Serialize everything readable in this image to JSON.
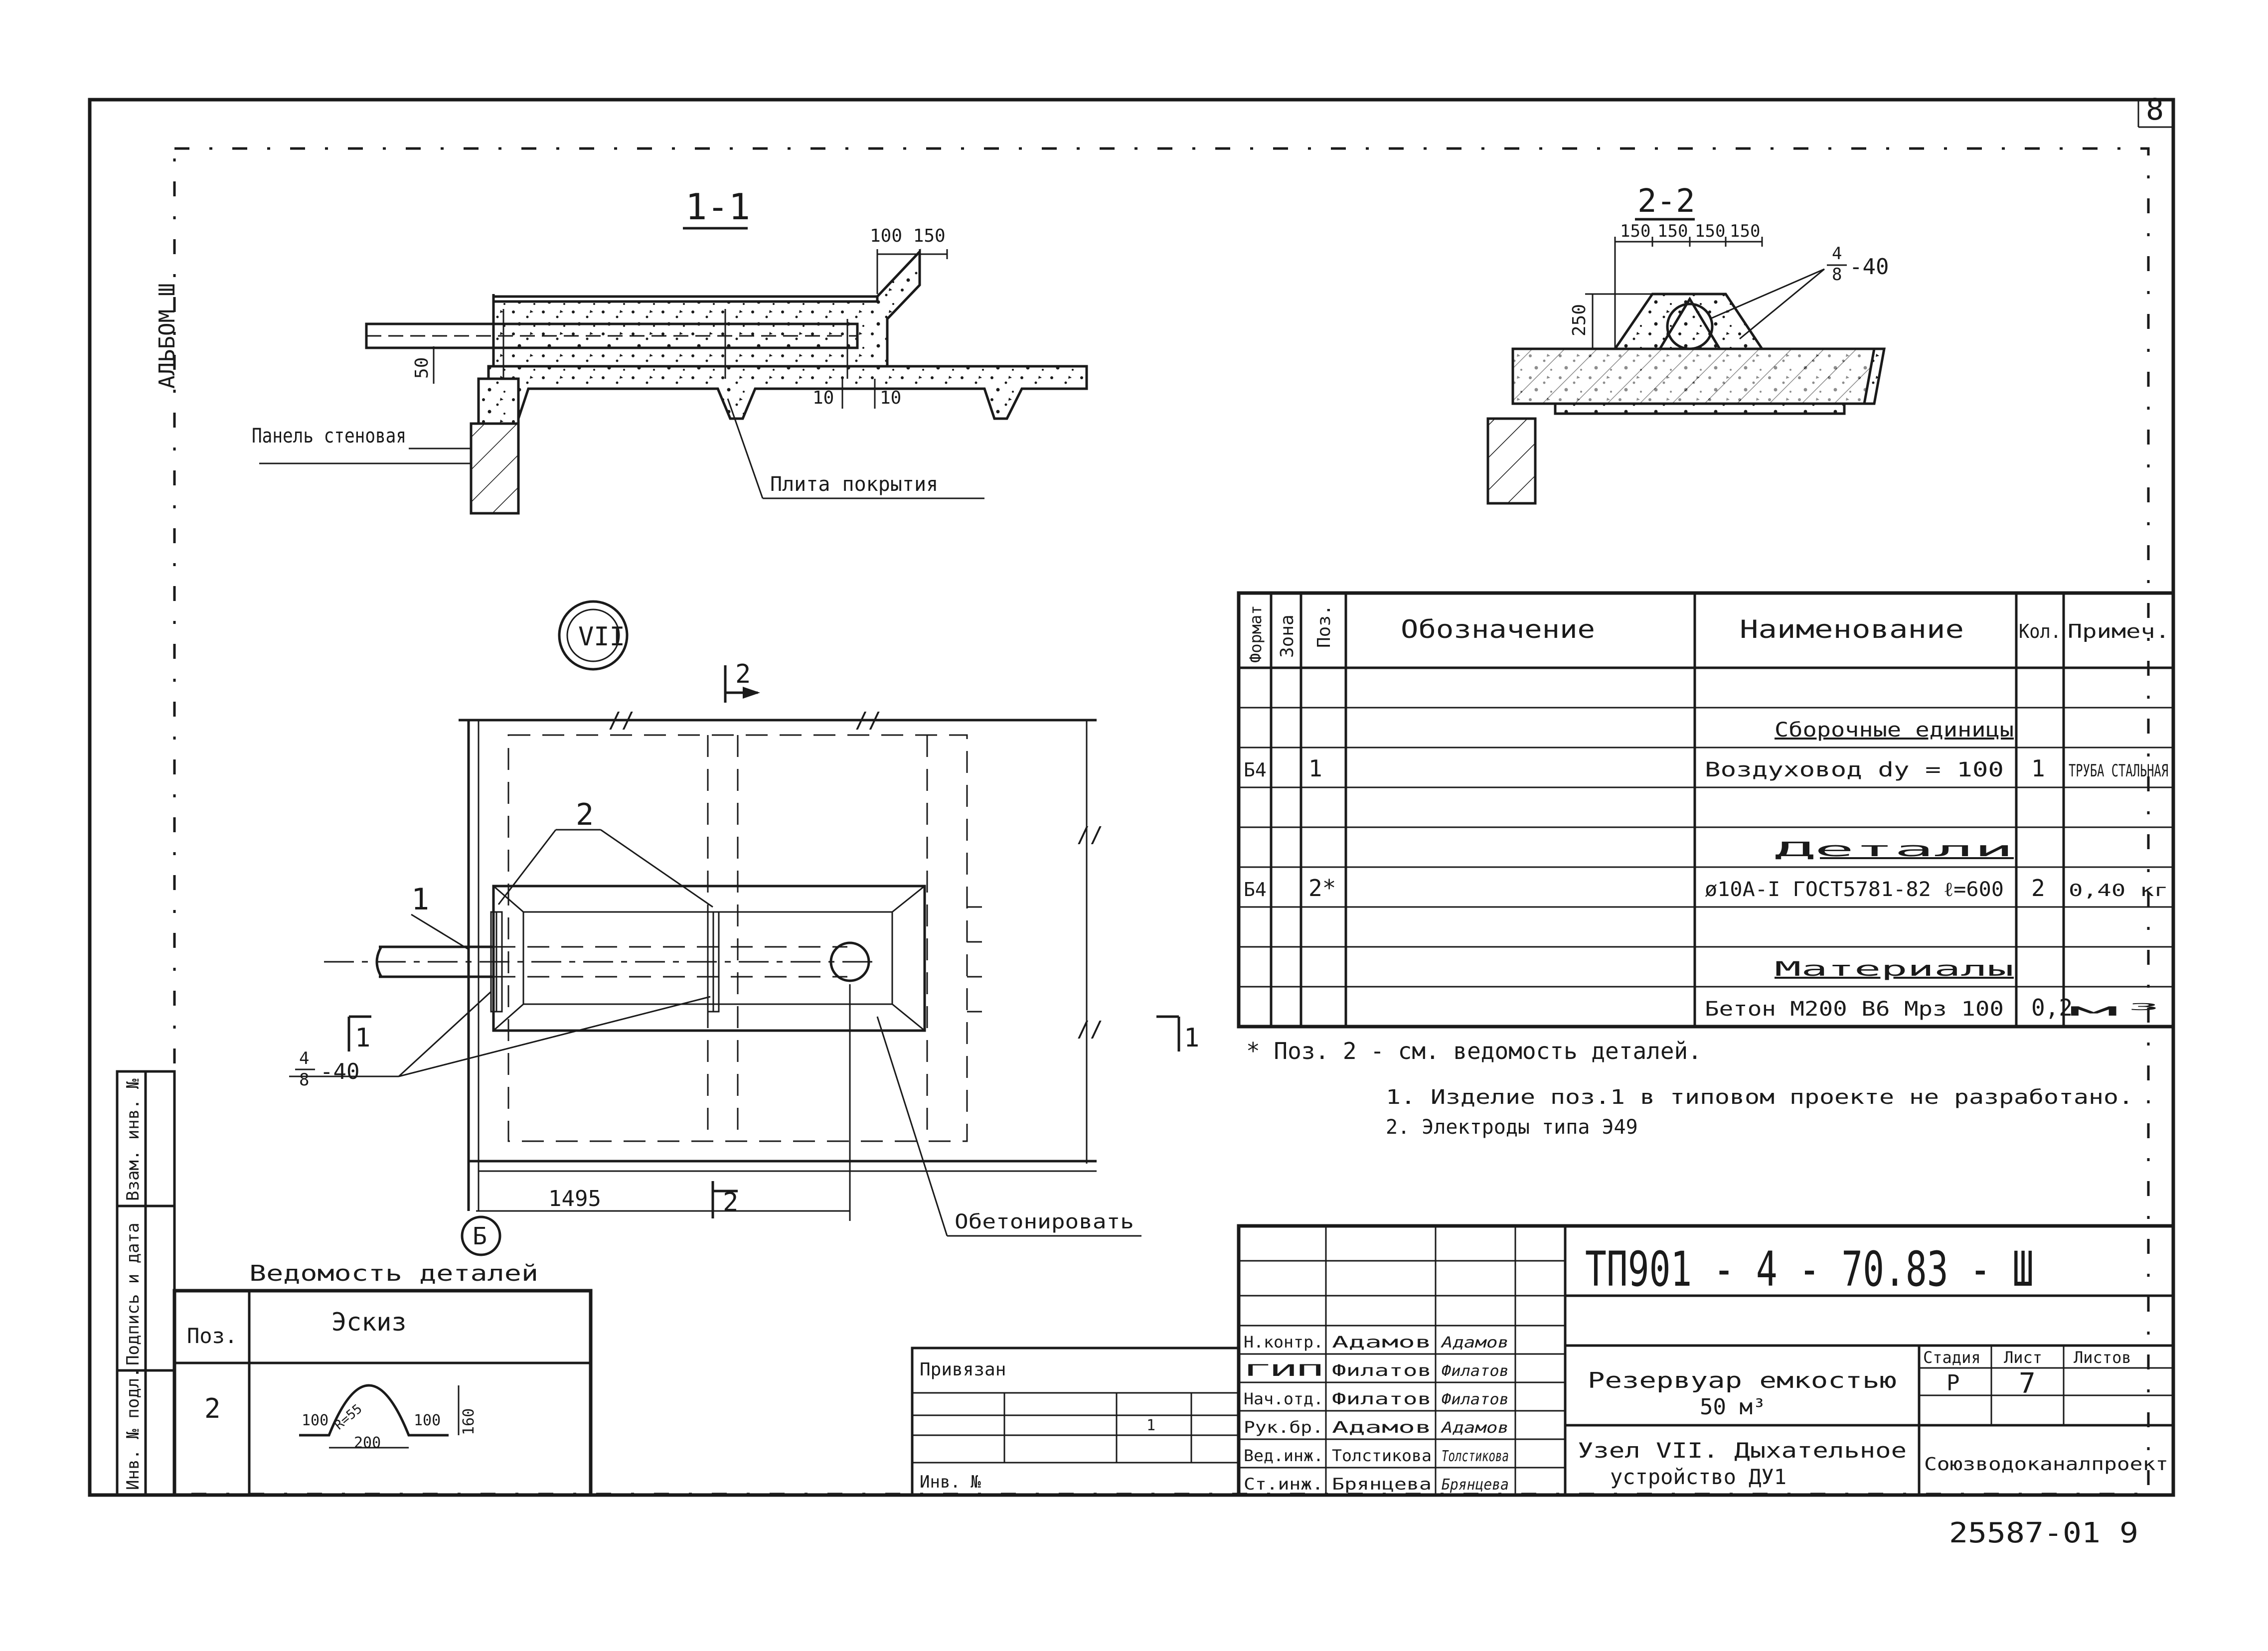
{
  "sheet_number": "8",
  "album_label": "АЛЬБОМ Ш",
  "section_1": {
    "title": "1-1",
    "dim_top": "100 150",
    "dim_left": "50",
    "dim_a": "10",
    "dim_b": "10",
    "label_panel": "Панель стеновая",
    "label_slab": "Плита покрытия"
  },
  "section_2": {
    "title": "2-2",
    "dims_top": [
      "150",
      "150",
      "150",
      "150"
    ],
    "dim_height": "250",
    "weld_top": "4",
    "weld_bottom": "8",
    "weld_len": "-40"
  },
  "plan": {
    "node_label": "VII",
    "cut_mark": "2",
    "pos_1": "1",
    "pos_2": "2",
    "cut_left": "1",
    "cut_right": "1",
    "weld_top": "4",
    "weld_bottom": "8",
    "weld_len": "-40",
    "dim_1495": "1495",
    "cut_bottom": "2",
    "axis_b": "Б",
    "label_concrete": "Обетонировать"
  },
  "spec_table": {
    "headers": {
      "format": "Формат",
      "zone": "Зона",
      "pos": "Поз.",
      "designation": "Обозначение",
      "name": "Наименование",
      "qty": "Кол.",
      "note": "Примеч."
    },
    "rows": [
      {
        "format": "",
        "zone": "",
        "pos": "",
        "name": "",
        "qty": "",
        "note": ""
      },
      {
        "format": "",
        "zone": "",
        "pos": "",
        "name": "Сборочные единицы",
        "qty": "",
        "note": ""
      },
      {
        "format": "Б4",
        "zone": "",
        "pos": "1",
        "name": "Воздуховод dy = 100",
        "qty": "1",
        "note": "ТРУБА СТАЛЬНАЯ"
      },
      {
        "format": "",
        "zone": "",
        "pos": "",
        "name": "",
        "qty": "",
        "note": ""
      },
      {
        "format": "",
        "zone": "",
        "pos": "",
        "name": "Детали",
        "qty": "",
        "note": ""
      },
      {
        "format": "Б4",
        "zone": "",
        "pos": "2*",
        "name": "ø10А-I ГОСТ5781-82 ℓ=600",
        "qty": "2",
        "note": "0,40 кг"
      },
      {
        "format": "",
        "zone": "",
        "pos": "",
        "name": "",
        "qty": "",
        "note": ""
      },
      {
        "format": "",
        "zone": "",
        "pos": "",
        "name": "Материалы",
        "qty": "",
        "note": ""
      },
      {
        "format": "",
        "zone": "",
        "pos": "",
        "name": "Бетон М200 В6 Мрз 100",
        "qty": "0,2",
        "note": "м³"
      }
    ]
  },
  "notes": {
    "footnote": "* Поз. 2 - см. ведомость деталей.",
    "note_1": "1. Изделие поз.1 в типовом проекте не разработано.",
    "note_2": "2. Электроды типа Э49"
  },
  "details_list": {
    "title": "Ведомость деталей",
    "header_pos": "Поз.",
    "header_sketch": "Эскиз",
    "pos": "2",
    "dims": [
      "100",
      "200",
      "100",
      "160",
      "R=55"
    ]
  },
  "side_stamp": [
    "Инв. № подл.",
    "Подпись и дата",
    "Взам. инв. №"
  ],
  "binding": {
    "label": "Привязан",
    "inv_label": "Инв. №",
    "sheet_mark": "1"
  },
  "title_block": {
    "code": "ТП901 - 4 - 70.83 - Ш",
    "people": [
      {
        "role": "Н.контр.",
        "name": "Адамов",
        "sign": "Адамов"
      },
      {
        "role": "ГИП",
        "name": "Филатов",
        "sign": "Филатов"
      },
      {
        "role": "Нач.отд.",
        "name": "Филатов",
        "sign": "Филатов"
      },
      {
        "role": "Рук.бр.",
        "name": "Адамов",
        "sign": "Адамов"
      },
      {
        "role": "Вед.инж.",
        "name": "Толстикова",
        "sign": "Толстикова"
      },
      {
        "role": "Ст.инж.",
        "name": "Брянцева",
        "sign": "Брянцева"
      }
    ],
    "object_line_1": "Резервуар емкостью",
    "object_line_2": "50 м³",
    "node_line_1": "Узел VII. Дыхательное",
    "node_line_2": "устройство ДУ1",
    "stage_label": "Стадия",
    "sheet_label": "Лист",
    "sheets_label": "Листов",
    "stage": "Р",
    "sheet": "7",
    "sheets": "",
    "org": "Союзводоканалпроект"
  },
  "archive_number": "25587-01 9"
}
